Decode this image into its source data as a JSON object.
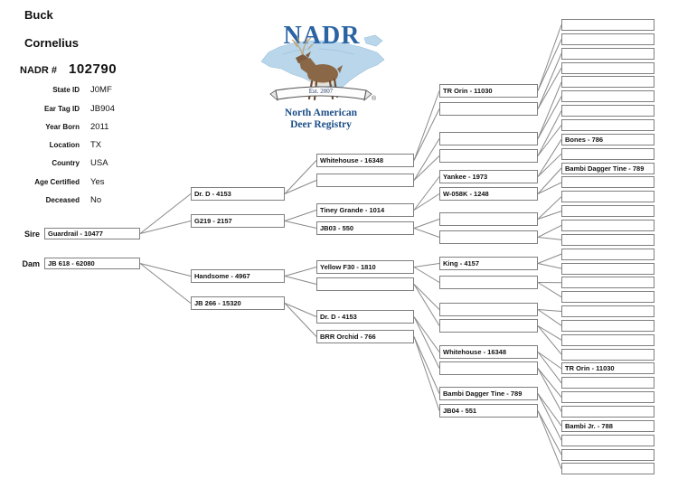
{
  "header": {
    "species": "Buck",
    "name": "Cornelius",
    "nadr_label": "NADR #",
    "nadr_number": "102790"
  },
  "info_fields": [
    {
      "label": "State ID",
      "value": "J0MF"
    },
    {
      "label": "Ear Tag ID",
      "value": "JB904"
    },
    {
      "label": "Year Born",
      "value": "2011"
    },
    {
      "label": "Location",
      "value": "TX"
    },
    {
      "label": "Country",
      "value": "USA"
    },
    {
      "label": "Age Certified",
      "value": "Yes"
    },
    {
      "label": "Deceased",
      "value": "No"
    }
  ],
  "logo": {
    "acronym": "NADR",
    "established": "Est. 2007",
    "registered_mark": "®",
    "name_line1": "North American",
    "name_line2": "Deer Registry"
  },
  "pedigree": {
    "gen1": [
      {
        "tag": "Sire",
        "label": "Guardrail - 10477"
      },
      {
        "tag": "Dam",
        "label": "JB 618 - 62080"
      }
    ],
    "gen2": [
      "Dr. D - 4153",
      "G219 - 2157",
      "Handsome - 4967",
      "JB 266 - 15320"
    ],
    "gen3": [
      "Whitehouse - 16348",
      "",
      "Tiney Grande - 1014",
      "JB03 - 550",
      "Yellow F30 - 1810",
      "",
      "Dr. D - 4153",
      "BRR Orchid - 766"
    ],
    "gen4": [
      "TR Orin - 11030",
      "",
      "",
      "",
      "Yankee - 1973",
      "W-058K - 1248",
      "",
      "",
      "King - 4157",
      "",
      "",
      "",
      "Whitehouse - 16348",
      "",
      "Bambi Dagger Tine - 789",
      "JB04 - 551"
    ],
    "gen5": [
      "",
      "",
      "",
      "",
      "",
      "",
      "",
      "",
      "Bones - 786",
      "",
      "Bambi Dagger Tine - 789",
      "",
      "",
      "",
      "",
      "",
      "",
      "",
      "",
      "",
      "",
      "",
      "",
      "",
      "TR Orin - 11030",
      "",
      "",
      "",
      "Bambi Jr. - 788",
      "",
      "",
      ""
    ]
  },
  "colors": {
    "line_gray": "#8a8a8a",
    "box_border": "#7f7f7f",
    "logo_blue": "#2a64a3",
    "logo_navy": "#1c4e87",
    "map_light_blue": "#b9d6ea",
    "deer_brown": "#8a6747"
  }
}
